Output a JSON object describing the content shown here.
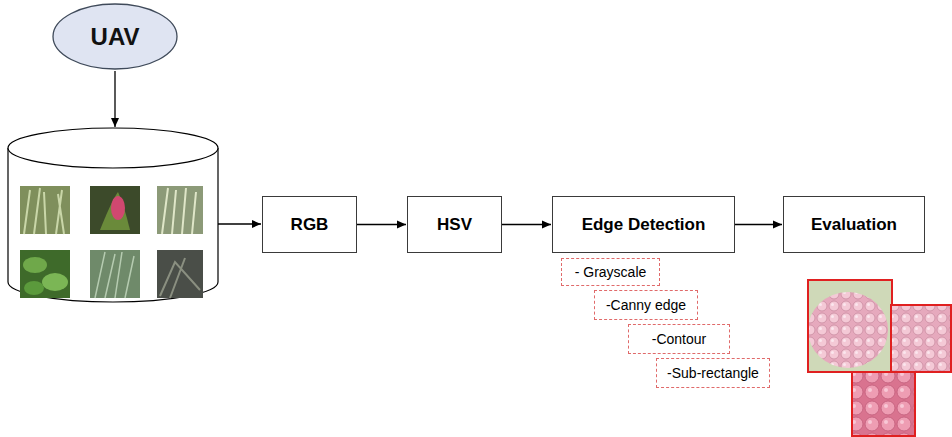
{
  "diagram": {
    "nodes": [
      {
        "text": [
          "UAV"
        ]
      },
      {
        "text": [
          "RGB"
        ]
      },
      {
        "text": [
          "HSV"
        ]
      },
      {
        "text": [
          "Edge Detection"
        ]
      },
      {
        "text": [
          "Evaluation"
        ]
      },
      {
        "text": [
          "- Grayscale"
        ]
      },
      {
        "text": [
          "-Canny edge"
        ]
      },
      {
        "text": [
          "-Contour"
        ]
      },
      {
        "text": [
          "-Sub-rectangle"
        ]
      }
    ],
    "edges": [
      {
        "from": 1,
        "to": 2,
        "arrow": "to"
      },
      {
        "from": 2,
        "to": 3,
        "arrow": "to"
      },
      {
        "from": 3,
        "to": 4,
        "arrow": "to"
      }
    ]
  }
}
